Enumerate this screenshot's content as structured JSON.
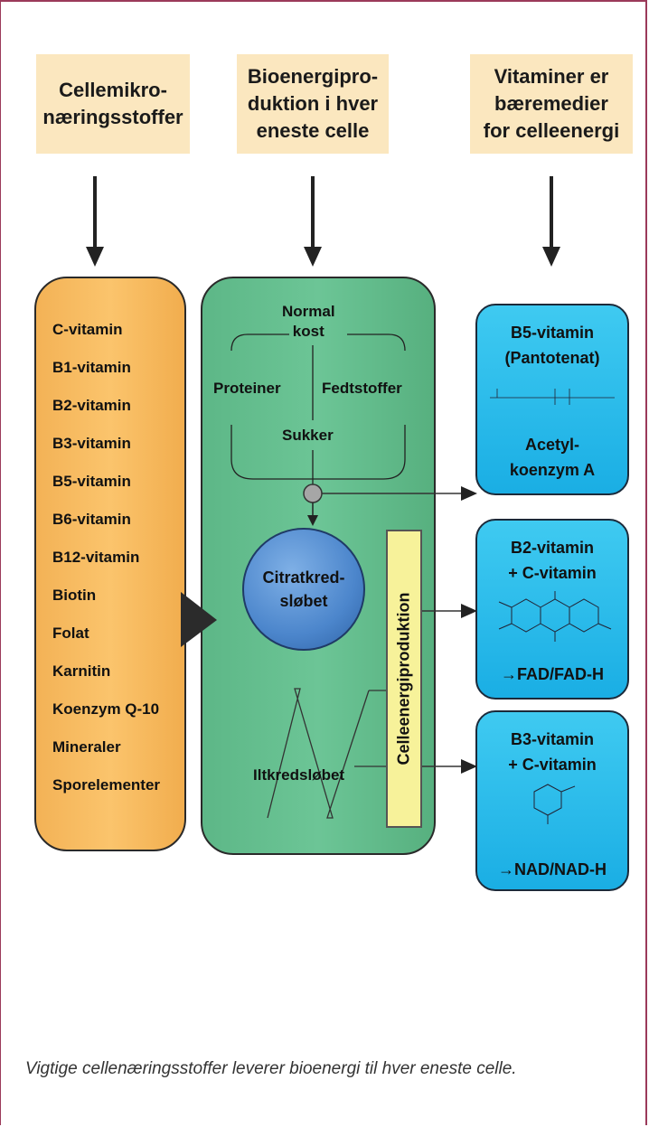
{
  "headers": [
    "Cellemikro-\nnæringsstoffer",
    "Bioenergipro-\nduktion i hver\neneste celle",
    "Vitaminer er\nbæremedier\nfor celleenergi"
  ],
  "nutrients": [
    "C-vitamin",
    "B1-vitamin",
    "B2-vitamin",
    "B3-vitamin",
    "B5-vitamin",
    "B6-vitamin",
    "B12-vitamin",
    "Biotin",
    "Folat",
    "Karnitin",
    "Koenzym Q-10",
    "Mineraler",
    "Sporelementer"
  ],
  "bioenergy": {
    "normal_kost": "Normal\nkost",
    "proteiner": "Proteiner",
    "fedtstoffer": "Fedtstoffer",
    "sukker": "Sukker",
    "citrat": "Citratkred-\nsløbet",
    "ilt": "Iltkredsløbet",
    "production": "Celleenergiproduktion"
  },
  "vitamin_boxes": [
    {
      "title": "B5-vitamin\n(Pantotenat)",
      "bottom": "Acetyl-\nkoenzym A"
    },
    {
      "title": "B2-vitamin\n+ C-vitamin",
      "bottom": "→FAD/FAD-H"
    },
    {
      "title": "B3-vitamin\n+ C-vitamin",
      "bottom": "→NAD/NAD-H"
    }
  ],
  "caption": "Vigtige cellenæringsstoffer leverer bioenergi til hver eneste celle."
}
